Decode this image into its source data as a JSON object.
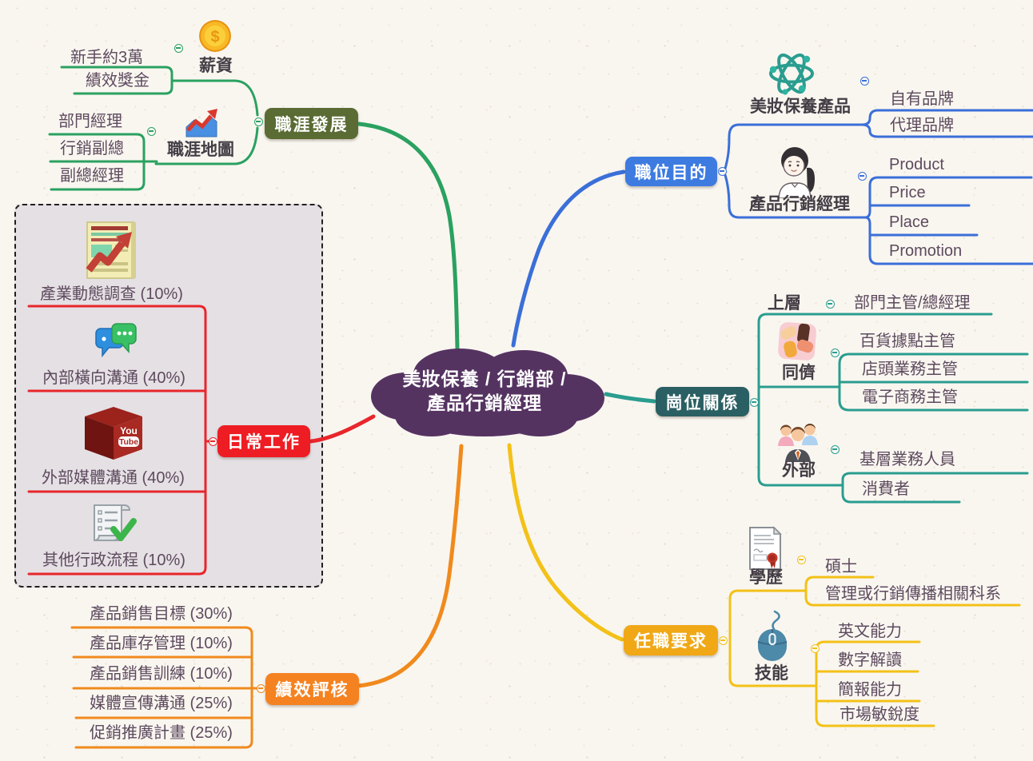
{
  "background": {
    "paper": "#f9f6f0",
    "daily_region": "#e5e0e4"
  },
  "text_colors": {
    "level2": "#433d45",
    "child": "#5d4a5e"
  },
  "center": {
    "title_line1": "美妝保養 / 行銷部 /",
    "title_line2": "產品行銷經理",
    "fill": "#553361"
  },
  "icons": {
    "coin_symbol": "$",
    "youtube_line1": "You",
    "youtube_line2": "Tube"
  },
  "branches": {
    "career": {
      "label": "職涯發展",
      "line_color": "#2aa160",
      "label_bg": "#5a6b33",
      "salary": {
        "label": "薪資",
        "icon": "coin-icon",
        "children": [
          {
            "label": "新手約3萬"
          },
          {
            "label": "績效獎金"
          }
        ]
      },
      "career_map": {
        "label": "職涯地圖",
        "icon": "trend-chart-icon",
        "children": [
          {
            "label": "部門經理"
          },
          {
            "label": "行銷副總"
          },
          {
            "label": "副總經理"
          }
        ]
      }
    },
    "purpose": {
      "label": "職位目的",
      "line_color": "#3b6fd8",
      "label_bg": "#3d7be0",
      "products": {
        "label": "美妝保養產品",
        "icon": "atom-icon",
        "children": [
          {
            "label": "自有品牌"
          },
          {
            "label": "代理品牌"
          }
        ]
      },
      "manager": {
        "label": "產品行銷經理",
        "icon": "woman-icon",
        "children": [
          {
            "label": "Product"
          },
          {
            "label": "Price"
          },
          {
            "label": "Place"
          },
          {
            "label": "Promotion"
          }
        ]
      }
    },
    "relations": {
      "label": "崗位關係",
      "line_color": "#2a9d8f",
      "label_bg": "#2a5f63",
      "upper": {
        "label": "上層",
        "children": [
          {
            "label": "部門主管/總經理"
          }
        ]
      },
      "peers": {
        "label": "同儕",
        "icon": "hands-icon",
        "children": [
          {
            "label": "百貨據點主管"
          },
          {
            "label": "店頭業務主管"
          },
          {
            "label": "電子商務主管"
          }
        ]
      },
      "external": {
        "label": "外部",
        "icon": "people-icon",
        "children": [
          {
            "label": "基層業務人員"
          },
          {
            "label": "消費者"
          }
        ]
      }
    },
    "daily": {
      "label": "日常工作",
      "line_color": "#e8262b",
      "label_bg": "#ee1c23",
      "items": [
        {
          "label": "產業動態調查 (10%)",
          "icon": "news-trend-icon"
        },
        {
          "label": "內部橫向溝通 (40%)",
          "icon": "chat-bubbles-icon"
        },
        {
          "label": "外部媒體溝通 (40%)",
          "icon": "youtube-cube-icon"
        },
        {
          "label": "其他行政流程 (10%)",
          "icon": "checklist-scroll-icon"
        }
      ]
    },
    "performance": {
      "label": "績效評核",
      "line_color": "#f08a1d",
      "label_bg": "#f58220",
      "items": [
        {
          "label": "產品銷售目標 (30%)"
        },
        {
          "label": "產品庫存管理 (10%)"
        },
        {
          "label": "產品銷售訓練 (10%)"
        },
        {
          "label": "媒體宣傳溝通 (25%)"
        },
        {
          "label": "促銷推廣計畫 (25%)"
        }
      ]
    },
    "requirements": {
      "label": "任職要求",
      "line_color": "#f3c117",
      "label_bg": "#f0a816",
      "education": {
        "label": "學歷",
        "icon": "certificate-icon",
        "children": [
          {
            "label": "碩士"
          },
          {
            "label": "管理或行銷傳播相關科系"
          }
        ]
      },
      "skills": {
        "label": "技能",
        "icon": "mouse-icon",
        "children": [
          {
            "label": "英文能力"
          },
          {
            "label": "數字解讀"
          },
          {
            "label": "簡報能力"
          },
          {
            "label": "市場敏銳度"
          }
        ]
      }
    }
  }
}
